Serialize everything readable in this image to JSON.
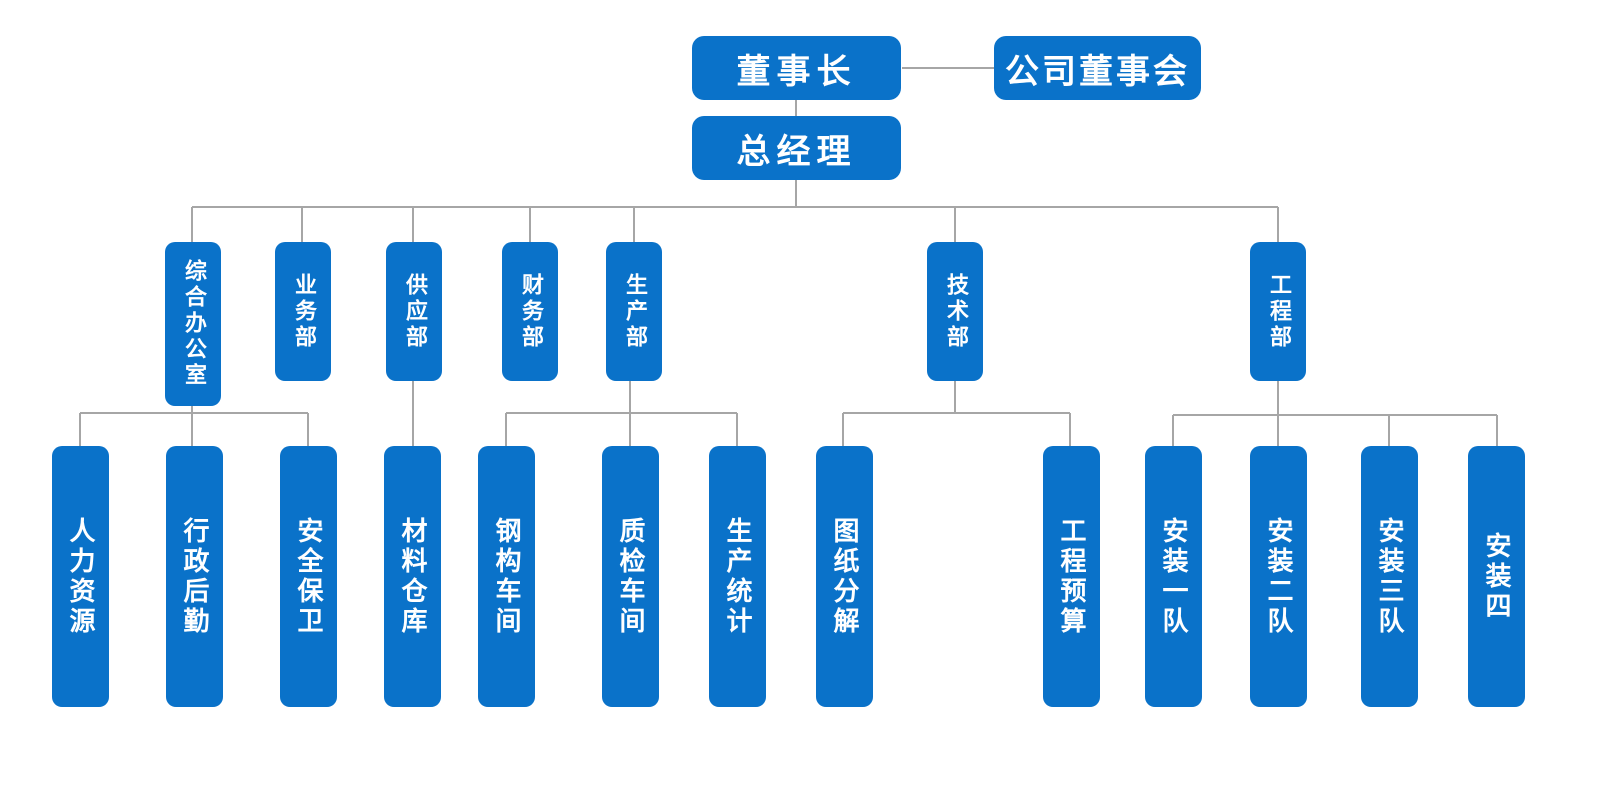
{
  "chairman": "董事长",
  "board": "公司董事会",
  "general_manager": "总经理",
  "departments": {
    "office": "综合办公室",
    "business": "业务部",
    "supply": "供应部",
    "finance": "财务部",
    "production": "生产部",
    "technology": "技术部",
    "engineering": "工程部"
  },
  "units": {
    "hr": "人力资源",
    "admin": "行政后勤",
    "security": "安全保卫",
    "warehouse": "材料仓库",
    "steel_workshop": "钢构车间",
    "qc_workshop": "质检车间",
    "production_stats": "生产统计",
    "drawing_breakdown": "图纸分解",
    "budget": "工程预算",
    "install_1": "安装一队",
    "install_2": "安装二队",
    "install_3": "安装三队",
    "install_4": "安装四"
  },
  "colors": {
    "box": "#0a72c9",
    "connector": "#a6a6a6",
    "text": "#ffffff"
  }
}
